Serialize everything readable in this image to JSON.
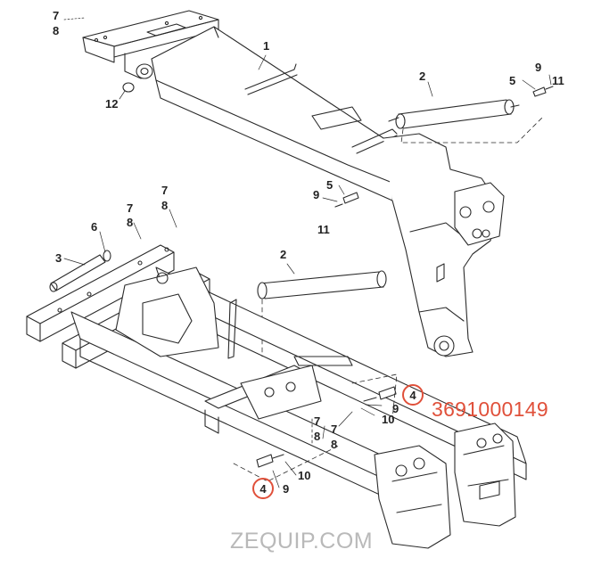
{
  "callouts": {
    "c1": "1",
    "c2a": "2",
    "c2b": "2",
    "c3": "3",
    "c5a": "5",
    "c5b": "5",
    "c6": "6",
    "c7a": "7",
    "c7b": "7",
    "c7c": "7",
    "c7d": "7",
    "c7e": "7",
    "c8a": "8",
    "c8b": "8",
    "c8c": "8",
    "c8d": "8",
    "c8e": "8",
    "c9a": "9",
    "c9b": "9",
    "c9c": "9",
    "c9d": "9",
    "c10a": "10",
    "c10b": "10",
    "c11a": "11",
    "c11b": "11",
    "c12": "12"
  },
  "highlighted": {
    "upper": "4",
    "lower": "4"
  },
  "part_number": "3691000149",
  "watermark": "ZEQUIP.COM",
  "colors": {
    "highlight": "#e0503a",
    "ink": "#222222",
    "watermark": "#b9b9b9"
  }
}
